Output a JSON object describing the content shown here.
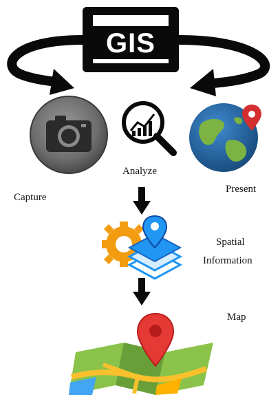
{
  "diagram": {
    "title": "GIS",
    "nodes": {
      "capture": {
        "label": "Capture",
        "icon": "camera-icon"
      },
      "analyze": {
        "label": "Analyze",
        "icon": "magnifier-chart-icon"
      },
      "present": {
        "label": "Present",
        "icon": "globe-pin-icon"
      },
      "spatial": {
        "label_line1": "Spatial",
        "label_line2": "Information",
        "icon": "layers-pin-gear-icon"
      },
      "map": {
        "label": "Map",
        "icon": "folded-map-pin-icon"
      }
    },
    "colors": {
      "black": "#0a0a0a",
      "pin_red": "#d32f2f",
      "globe_blue": "#1e5f99",
      "land_green": "#7cb342",
      "layer_blue": "#2196f3",
      "gear_orange": "#f39c12"
    }
  }
}
